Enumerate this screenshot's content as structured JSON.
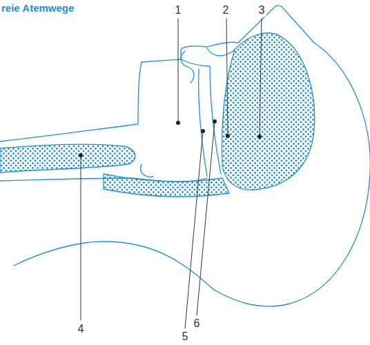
{
  "diagram": {
    "title": "reie Atemwege",
    "labels": [
      "1",
      "2",
      "3",
      "4",
      "5",
      "6"
    ]
  }
}
